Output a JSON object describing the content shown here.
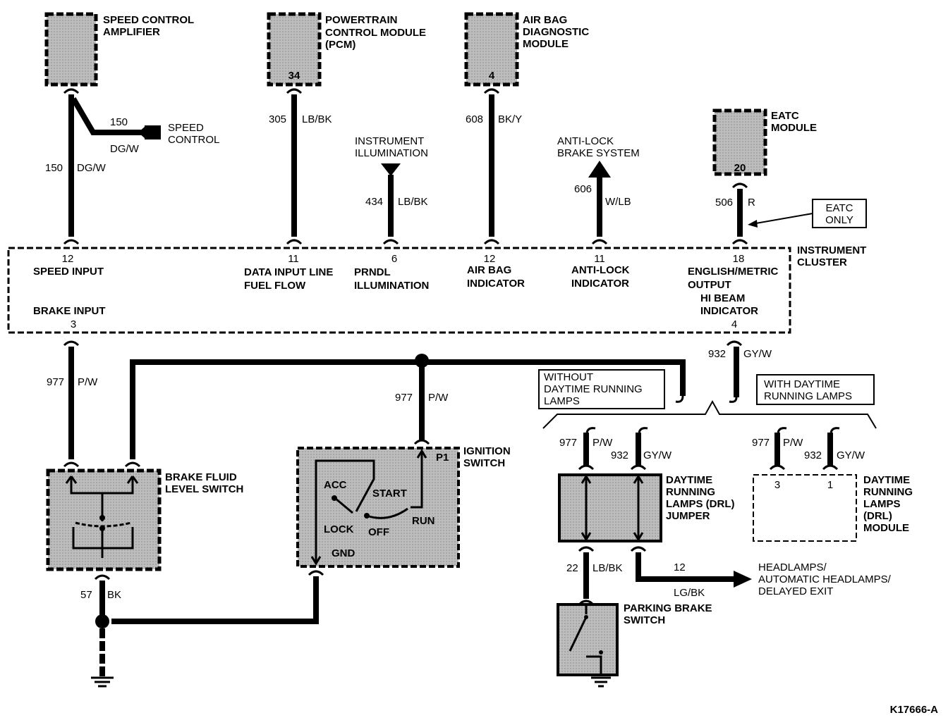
{
  "modules": {
    "speed_control_amp": {
      "line1": "SPEED CONTROL",
      "line2": "AMPLIFIER"
    },
    "pcm": {
      "line1": "POWERTRAIN",
      "line2": "CONTROL MODULE",
      "line3": "(PCM)",
      "pin": "34"
    },
    "airbag": {
      "line1": "AIR BAG",
      "line2": "DIAGNOSTIC",
      "line3": "MODULE",
      "pin": "4"
    },
    "eatc": {
      "line1": "EATC",
      "line2": "MODULE",
      "pin": "20"
    },
    "cluster": {
      "line1": "INSTRUMENT",
      "line2": "CLUSTER"
    },
    "brake_fluid": {
      "line1": "BRAKE FLUID",
      "line2": "LEVEL SWITCH"
    },
    "ignition": {
      "line1": "IGNITION",
      "line2": "SWITCH",
      "p1": "P1",
      "acc": "ACC",
      "start": "START",
      "lock": "LOCK",
      "off": "OFF",
      "run": "RUN",
      "gnd": "GND"
    },
    "drl_jumper": {
      "line1": "DAYTIME",
      "line2": "RUNNING",
      "line3": "LAMPS (DRL)",
      "line4": "JUMPER"
    },
    "drl_module": {
      "line1": "DAYTIME",
      "line2": "RUNNING",
      "line3": "LAMPS",
      "line4": "(DRL)",
      "line5": "MODULE",
      "pin3": "3",
      "pin1": "1"
    },
    "parking_brake": {
      "line1": "PARKING BRAKE",
      "line2": "SWITCH"
    }
  },
  "labels": {
    "speed_control": {
      "line1": "SPEED",
      "line2": "CONTROL"
    },
    "instr_illum": {
      "line1": "INSTRUMENT",
      "line2": "ILLUMINATION"
    },
    "abs": {
      "line1": "ANTI-LOCK",
      "line2": "BRAKE SYSTEM"
    },
    "eatc_only": {
      "line1": "EATC",
      "line2": "ONLY"
    },
    "without_drl": {
      "line1": "WITHOUT",
      "line2": "DAYTIME RUNNING",
      "line3": "LAMPS"
    },
    "with_drl": {
      "line1": "WITH DAYTIME",
      "line2": "RUNNING LAMPS"
    },
    "headlamps": {
      "line1": "HEADLAMPS/",
      "line2": "AUTOMATIC HEADLAMPS/",
      "line3": "DELAYED EXIT"
    },
    "figure_id": "K17666-A"
  },
  "cluster_pins": {
    "speed": {
      "pin": "12",
      "label": "SPEED INPUT"
    },
    "data": {
      "pin": "11",
      "line1": "DATA INPUT LINE",
      "line2": "FUEL FLOW"
    },
    "prndl": {
      "pin": "6",
      "line1": "PRNDL",
      "line2": "ILLUMINATION"
    },
    "airbag": {
      "pin": "12",
      "line1": "AIR BAG",
      "line2": "INDICATOR"
    },
    "antilock": {
      "pin": "11",
      "line1": "ANTI-LOCK",
      "line2": "INDICATOR"
    },
    "english": {
      "pin": "18",
      "line1": "ENGLISH/METRIC",
      "line2": "OUTPUT"
    },
    "brake": {
      "pin": "3",
      "label": "BRAKE INPUT"
    },
    "hibeam": {
      "pin": "4",
      "line1": "HI BEAM",
      "line2": "INDICATOR"
    }
  },
  "wires": {
    "w150a": {
      "num": "150",
      "color": "DG/W"
    },
    "w150b": {
      "num": "150",
      "color": "DG/W"
    },
    "w305": {
      "num": "305",
      "color": "LB/BK"
    },
    "w434": {
      "num": "434",
      "color": "LB/BK"
    },
    "w608": {
      "num": "608",
      "color": "BK/Y"
    },
    "w606": {
      "num": "606",
      "color": "W/LB"
    },
    "w506": {
      "num": "506",
      "color": "R"
    },
    "w977a": {
      "num": "977",
      "color": "P/W"
    },
    "w977b": {
      "num": "977",
      "color": "P/W"
    },
    "w932": {
      "num": "932",
      "color": "GY/W"
    },
    "w57": {
      "num": "57",
      "color": "BK"
    },
    "w977c": {
      "num": "977",
      "color": "P/W"
    },
    "w932b": {
      "num": "932",
      "color": "GY/W"
    },
    "w977d": {
      "num": "977",
      "color": "P/W"
    },
    "w932c": {
      "num": "932",
      "color": "GY/W"
    },
    "w22": {
      "num": "22",
      "color": "LB/BK"
    },
    "w12": {
      "num": "12",
      "color": "LG/BK"
    }
  }
}
